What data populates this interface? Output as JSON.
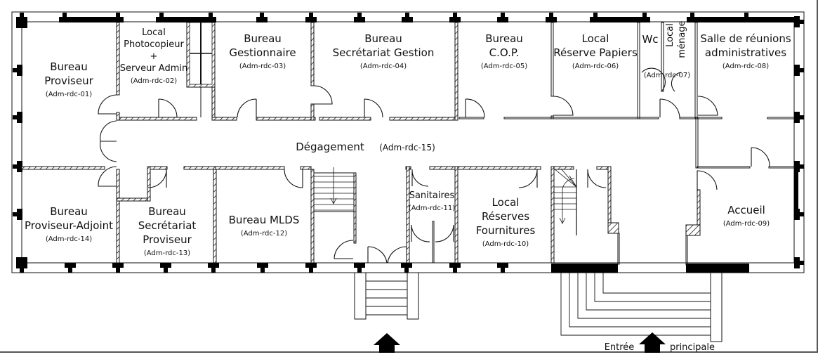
{
  "plan": {
    "rooms": [
      {
        "id": "adm-rdc-01",
        "lines": [
          "Bureau",
          "Proviseur"
        ],
        "code": "(Adm-rdc-01)"
      },
      {
        "id": "adm-rdc-02",
        "lines": [
          "Local",
          "Photocopieur",
          "+",
          "Serveur Admin"
        ],
        "code": "(Adm-rdc-02)"
      },
      {
        "id": "adm-rdc-03",
        "lines": [
          "Bureau",
          "Gestionnaire"
        ],
        "code": "(Adm-rdc-03)"
      },
      {
        "id": "adm-rdc-04",
        "lines": [
          "Bureau",
          "Secrétariat Gestion"
        ],
        "code": "(Adm-rdc-04)"
      },
      {
        "id": "adm-rdc-05",
        "lines": [
          "Bureau",
          "C.O.P."
        ],
        "code": "(Adm-rdc-05)"
      },
      {
        "id": "adm-rdc-06",
        "lines": [
          "Local",
          "Réserve Papiers"
        ],
        "code": "(Adm-rdc-06)"
      },
      {
        "id": "adm-rdc-07",
        "lines": [
          "Wc",
          "Local",
          "ménage"
        ],
        "code": "(Adm-rdc-07)"
      },
      {
        "id": "adm-rdc-08",
        "lines": [
          "Salle de réunions",
          "administratives"
        ],
        "code": "(Adm-rdc-08)"
      },
      {
        "id": "adm-rdc-09",
        "lines": [
          "Accueil"
        ],
        "code": "(Adm-rdc-09)"
      },
      {
        "id": "adm-rdc-10",
        "lines": [
          "Local",
          "Réserves",
          "Fournitures"
        ],
        "code": "(Adm-rdc-10)"
      },
      {
        "id": "adm-rdc-11",
        "lines": [
          "Sanitaires"
        ],
        "code": "(Adm-rdc-11)"
      },
      {
        "id": "adm-rdc-12",
        "lines": [
          "Bureau MLDS"
        ],
        "code": "(Adm-rdc-12)"
      },
      {
        "id": "adm-rdc-13",
        "lines": [
          "Bureau",
          "Secrétariat",
          "Proviseur"
        ],
        "code": "(Adm-rdc-13)"
      },
      {
        "id": "adm-rdc-14",
        "lines": [
          "Bureau",
          "Proviseur-Adjoint"
        ],
        "code": "(Adm-rdc-14)"
      },
      {
        "id": "adm-rdc-15",
        "lines": [
          "Dégagement"
        ],
        "code": "(Adm-rdc-15)"
      }
    ],
    "entrance": {
      "left": "Entrée",
      "right": "principale"
    }
  }
}
